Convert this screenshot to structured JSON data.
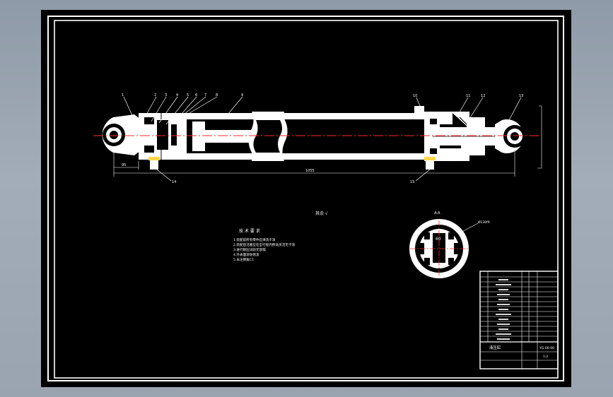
{
  "drawing": {
    "part_numbers_top": [
      "1",
      "2",
      "3",
      "4",
      "5",
      "6",
      "7",
      "8",
      "9",
      "10",
      "11",
      "12",
      "13"
    ],
    "part_numbers_bottom": [
      "14",
      "15"
    ],
    "overall_dimension": "1055",
    "left_dimension": "95",
    "roughness_note": "其余 √",
    "section_label": "A-A",
    "section_center_mark": "60",
    "section_callout": "Ø130f9",
    "tech_requirements": {
      "title": "技 术 要 求",
      "lines": [
        "1.装配前所有零件应清洗干净",
        "2.装配后活塞应在全行程内移动灵活无卡滞",
        "3.进行耐压试验无渗漏",
        "4.外表面涂防锈漆",
        "5.未注倒角C1"
      ]
    },
    "title_block": {
      "title": "液压缸",
      "drawing_no": "YG-00-00",
      "scale": "1:2"
    }
  },
  "colors": {
    "frame": "#ffffff",
    "paper": "#000000",
    "centerline": "#ff2a2a",
    "accent": "#ffd84a"
  }
}
